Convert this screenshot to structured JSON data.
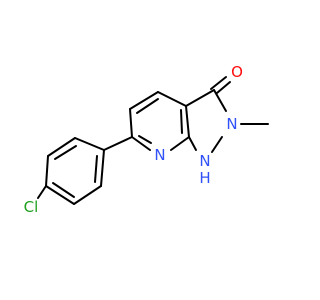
{
  "molecule": {
    "atoms": {
      "oxygen": "O",
      "nitrogen_methyl": "N",
      "nitrogen_ring": "N",
      "nh": "H",
      "nh_n": "N",
      "chlorine": "Cl"
    },
    "colors": {
      "bond": "#000000",
      "oxygen": "#ff0d0d",
      "nitrogen": "#3050f8",
      "chlorine": "#1fa01f",
      "carbon": "#000000"
    }
  }
}
